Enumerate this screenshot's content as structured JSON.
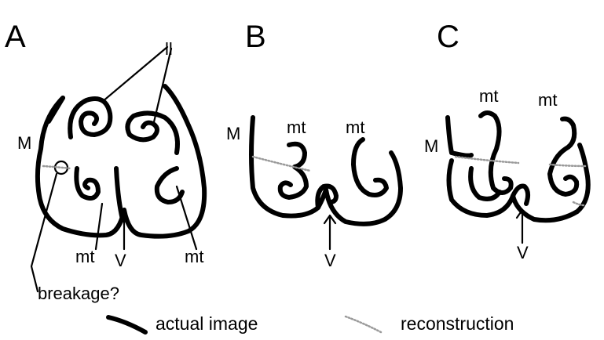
{
  "panels": {
    "a": {
      "letter": "A",
      "label_ll": "ll",
      "label_m": "M",
      "label_mt_left": "mt",
      "label_mt_right": "mt",
      "label_v": "V",
      "label_breakage": "breakage?"
    },
    "b": {
      "letter": "B",
      "label_m": "M",
      "label_mt_left": "mt",
      "label_mt_right": "mt",
      "label_v": "V"
    },
    "c": {
      "letter": "C",
      "label_m": "M",
      "label_mt_left": "mt",
      "label_mt_right": "mt",
      "label_v": "V"
    }
  },
  "legend": {
    "actual_label": "actual image",
    "reconstruction_label": "reconstruction"
  },
  "colors": {
    "ink": "#000000",
    "reconstruction": "#9a9a9a",
    "background": "#ffffff"
  }
}
